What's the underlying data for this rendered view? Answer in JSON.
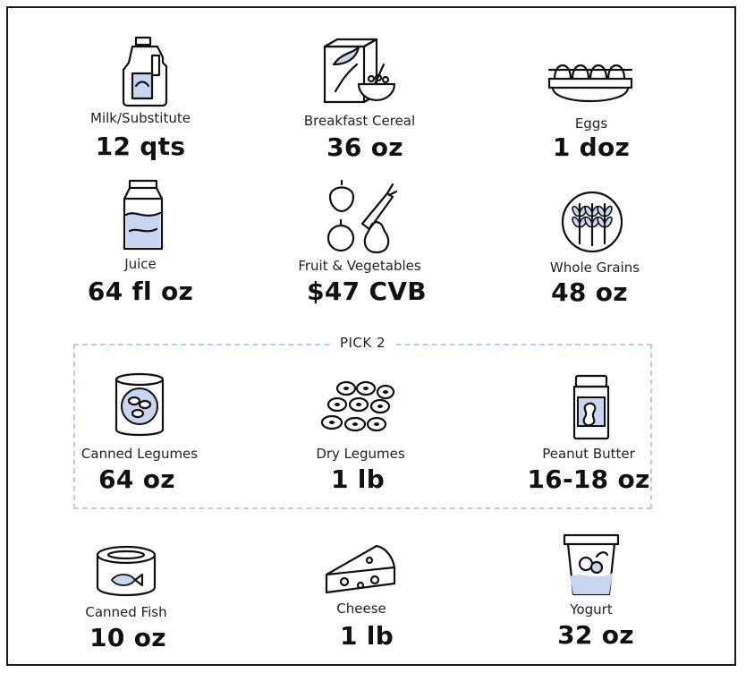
{
  "items": {
    "milk": {
      "label": "Milk/Substitute",
      "amount": "12 qts",
      "icon": "milk-jug-icon"
    },
    "cereal": {
      "label": "Breakfast Cereal",
      "amount": "36 oz",
      "icon": "cereal-box-icon"
    },
    "eggs": {
      "label": "Eggs",
      "amount": "1 doz",
      "icon": "egg-carton-icon"
    },
    "juice": {
      "label": "Juice",
      "amount": "64 fl oz",
      "icon": "juice-carton-icon"
    },
    "fruitveg": {
      "label": "Fruit & Vegetables",
      "amount": "$47 CVB",
      "icon": "fruit-vegetables-icon"
    },
    "grains": {
      "label": "Whole Grains",
      "amount": "48 oz",
      "icon": "wheat-icon"
    },
    "canned_legumes": {
      "label": "Canned Legumes",
      "amount": "64 oz",
      "icon": "bean-can-icon"
    },
    "dry_legumes": {
      "label": "Dry Legumes",
      "amount": "1 lb",
      "icon": "dry-beans-icon"
    },
    "peanut_butter": {
      "label": "Peanut Butter",
      "amount": "16-18 oz",
      "icon": "peanut-butter-jar-icon"
    },
    "fish": {
      "label": "Canned Fish",
      "amount": "10 oz",
      "icon": "fish-can-icon"
    },
    "cheese": {
      "label": "Cheese",
      "amount": "1 lb",
      "icon": "cheese-icon"
    },
    "yogurt": {
      "label": "Yogurt",
      "amount": "32 oz",
      "icon": "yogurt-cup-icon"
    }
  },
  "pick_group": {
    "label": "PICK 2"
  },
  "colors": {
    "accent_blue": "#c9d6f1",
    "dashed_border": "#b8cde8",
    "ink": "#111111"
  }
}
